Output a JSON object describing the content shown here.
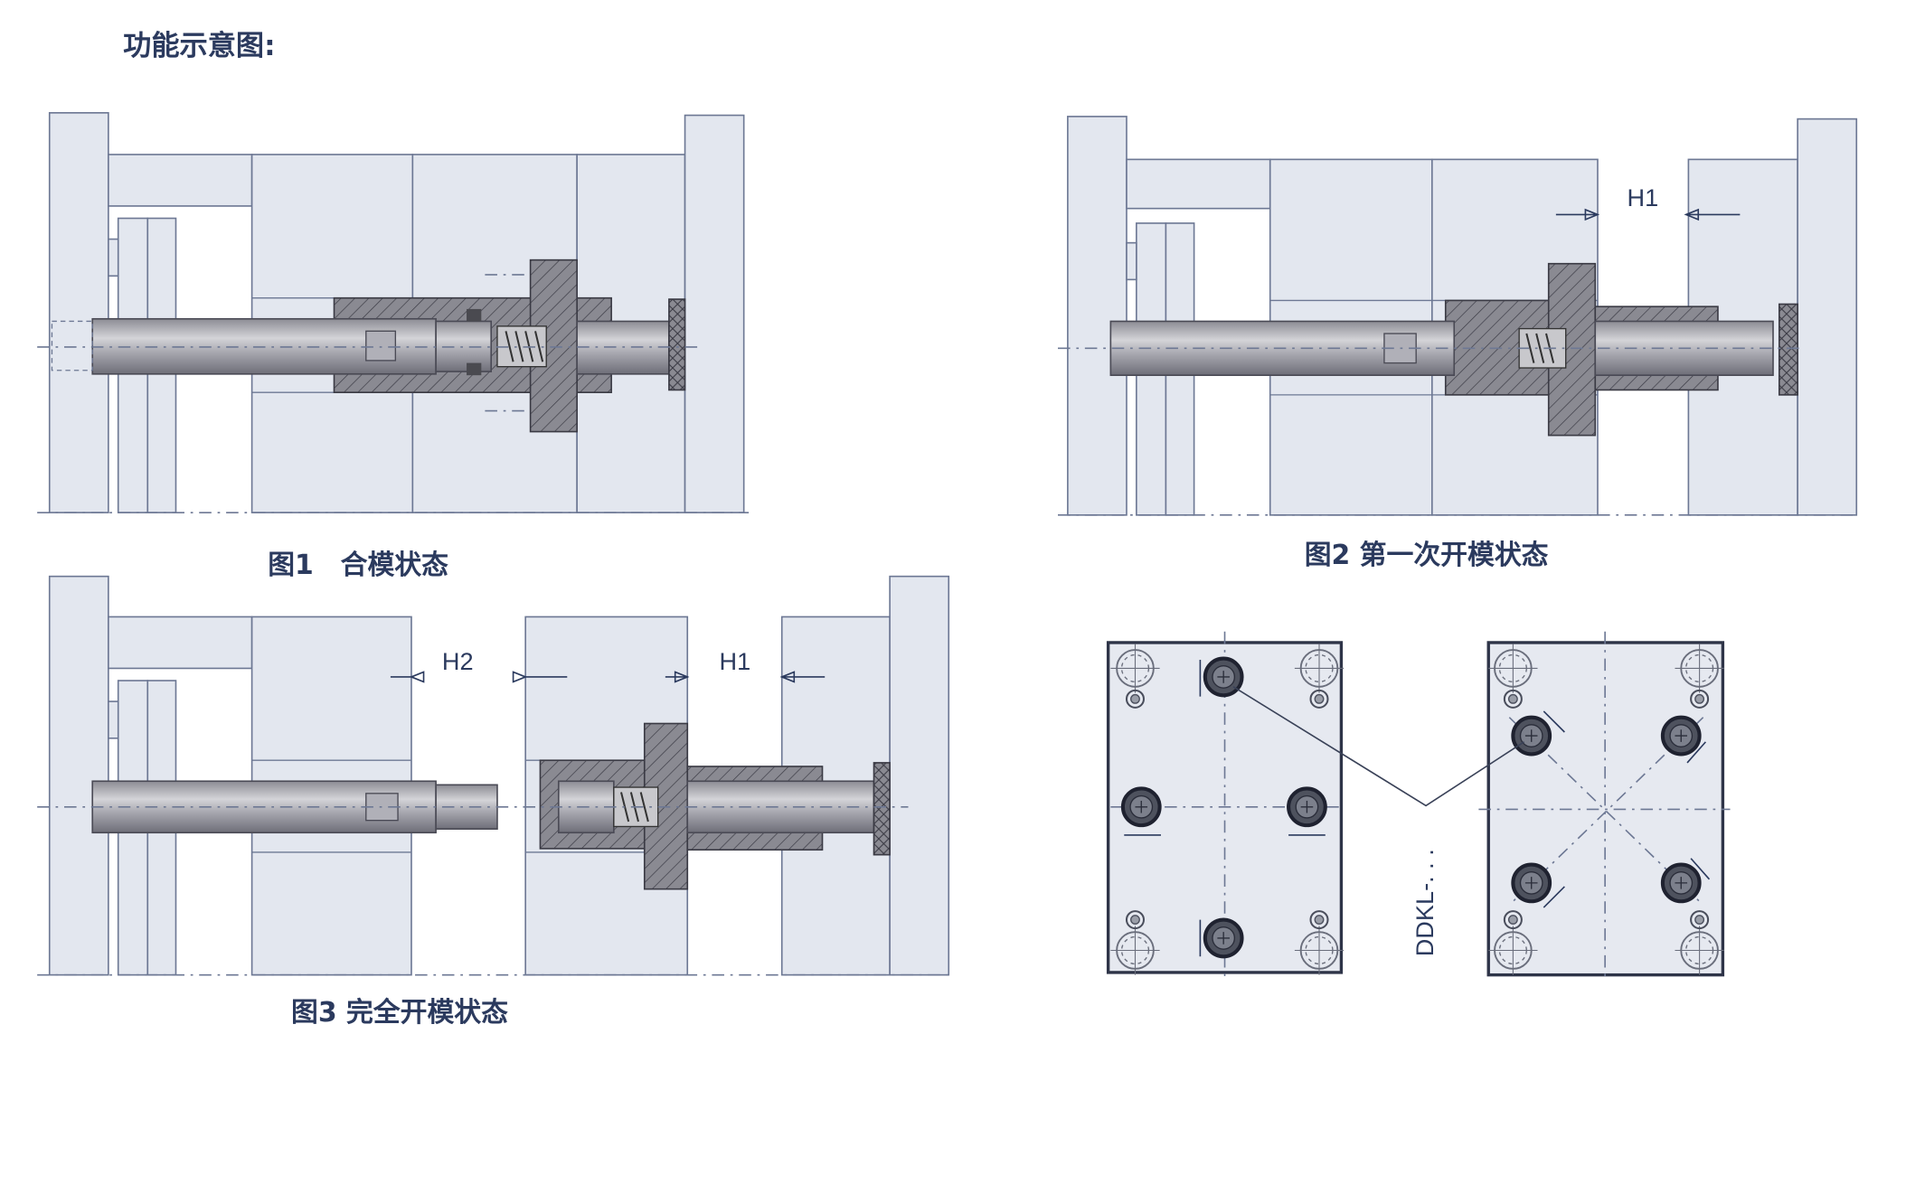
{
  "title": "功能示意图:",
  "figures": [
    {
      "caption": "图1　合模状态"
    },
    {
      "caption": "图2 第一次开模状态",
      "dim_h1": "H1"
    },
    {
      "caption": "图3 完全开模状态",
      "dim_h1": "H1",
      "dim_h2": "H2"
    }
  ],
  "layout_view": {
    "model_label": "DDKL-. . ."
  },
  "colors": {
    "text": "#2b3a5e",
    "plate": "#e3e7ef",
    "outline": "#6d7894"
  }
}
